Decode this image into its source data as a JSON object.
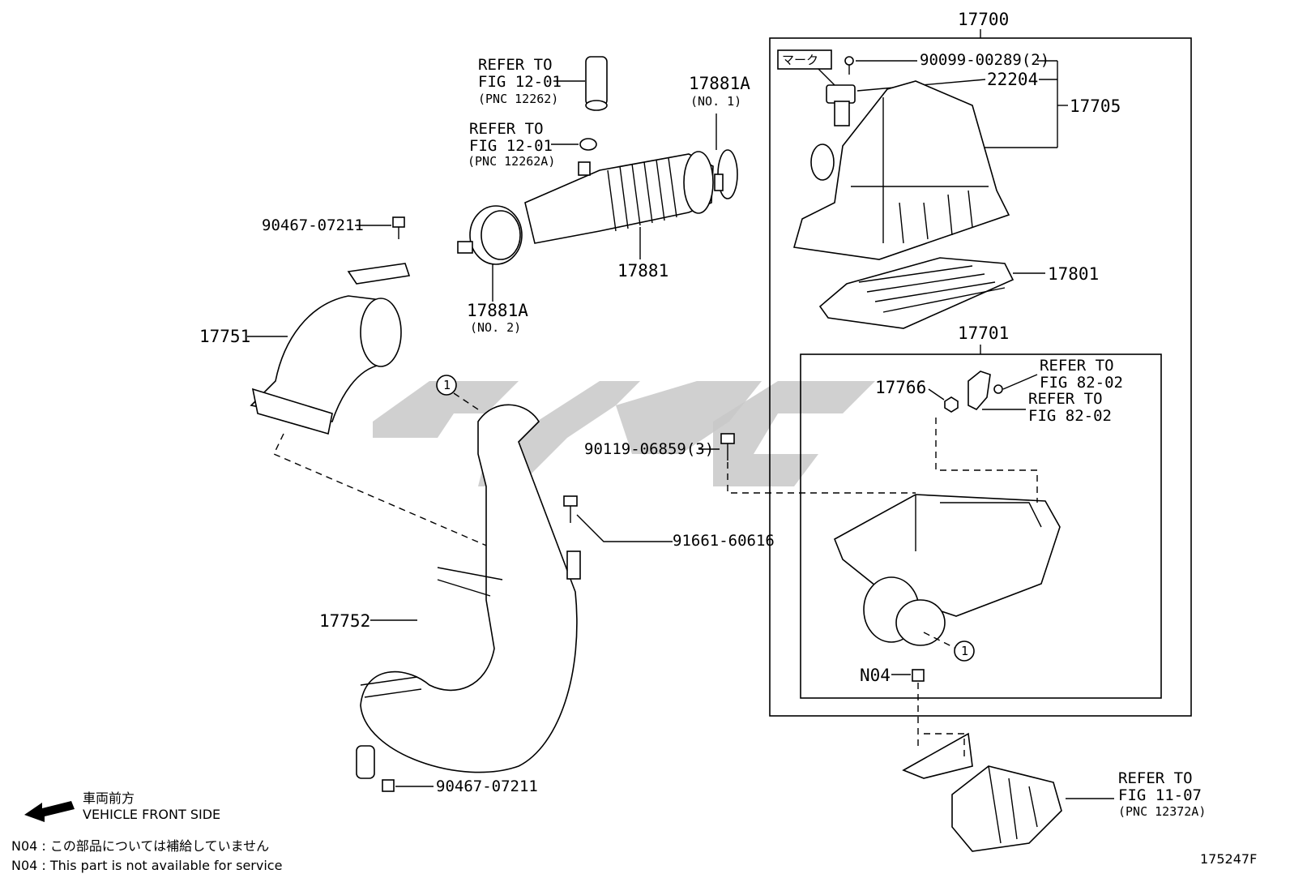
{
  "labels": {
    "p17700": "17700",
    "p17705": "17705",
    "p22204": "22204",
    "p90099": "90099-00289(2)",
    "mark": "マーク",
    "p17801": "17801",
    "p17701": "17701",
    "p17766": "17766",
    "p90119": "90119-06859(3)",
    "p91661": "91661-60616",
    "p17881": "17881",
    "p17881a_top": "17881A",
    "p17881a_top_sub": "(NO. 1)",
    "p17881a_bot": "17881A",
    "p17881a_bot_sub": "(NO. 2)",
    "p90467_top": "90467-07211",
    "p90467_bot": "90467-07211",
    "p17751": "17751",
    "p17752": "17752",
    "n04": "N04",
    "circle1a": "1",
    "circle1b": "1"
  },
  "refers": {
    "r1_line1": "REFER TO",
    "r1_line2": "FIG 12-01",
    "r1_line3": "(PNC 12262)",
    "r2_line1": "REFER TO",
    "r2_line2": "FIG 12-01",
    "r2_line3": "(PNC 12262A)",
    "r3_line1": "REFER TO",
    "r3_line2": "FIG 82-02",
    "r4_line1": "REFER TO",
    "r4_line2": "FIG 82-02",
    "r5_line1": "REFER TO",
    "r5_line2": "FIG 11-07",
    "r5_line3": "(PNC 12372A)"
  },
  "legend": {
    "front_jp": "車両前方",
    "front_en": "VEHICLE FRONT SIDE",
    "n04_jp": "N04 : この部品については補給していません",
    "n04_en": "N04 : This part is not available for service"
  },
  "figure_id": "175247F"
}
